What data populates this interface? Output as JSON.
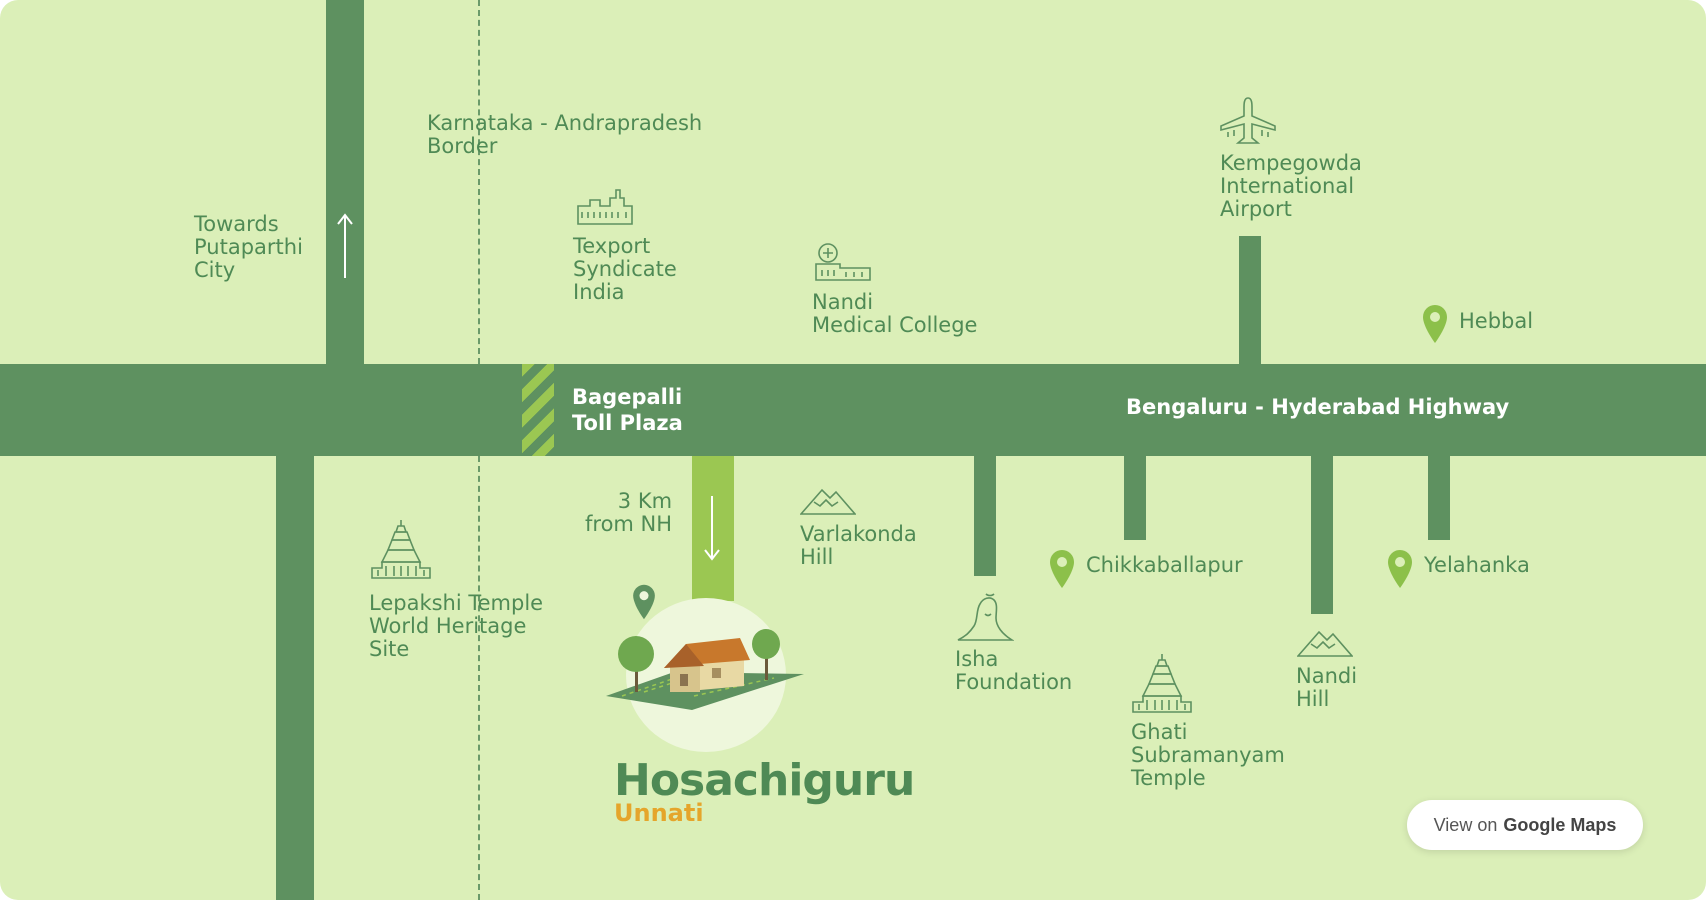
{
  "map": {
    "highway_label": "Bengaluru - Hyderabad Highway",
    "toll_label": "Bagepalli\nToll Plaza",
    "border_label": "Karnataka - Andrapradesh\nBorder",
    "towards_label": "Towards\nPutaparthi\nCity",
    "distance_label": "3 Km\nfrom NH",
    "places": {
      "texport": "Texport\nSyndicate\nIndia",
      "nandi_medical": "Nandi\nMedical College",
      "airport": "Kempegowda\nInternational\nAirport",
      "hebbal": "Hebbal",
      "lepakshi": "Lepakshi Temple\nWorld Heritage\nSite",
      "varlakonda": "Varlakonda\nHill",
      "isha": "Isha\nFoundation",
      "chikkaballapur": "Chikkaballapur",
      "ghati": "Ghati\nSubramanyam\nTemple",
      "nandi_hill": "Nandi\nHill",
      "yelahanka": "Yelahanka"
    },
    "icons": {
      "factory": "factory-icon",
      "hospital": "hospital-icon",
      "airport": "airplane-icon",
      "temple": "temple-icon",
      "hill": "mountain-icon",
      "statue": "statue-icon",
      "pin": "location-pin-icon",
      "project": "house-icon",
      "arrow_up": "arrow-up-icon",
      "arrow_down": "arrow-down-icon"
    },
    "colors": {
      "background": "#dbefb8",
      "road": "#5e9160",
      "access_road": "#9bc752",
      "pin": "#8cc04a",
      "brand_green": "#4f8a55",
      "brand_orange": "#e5a52b"
    }
  },
  "brand": {
    "name": "Hosachiguru",
    "project": "Unnati"
  },
  "actions": {
    "view_on": "View on",
    "google_maps": "Google Maps"
  }
}
